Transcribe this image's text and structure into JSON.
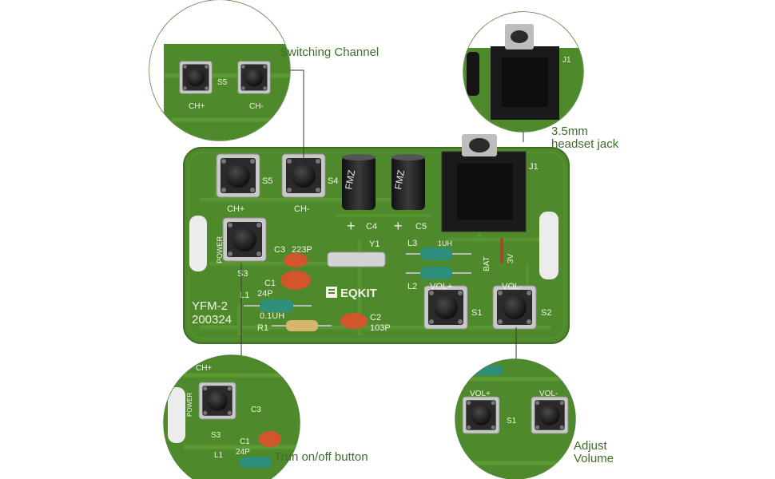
{
  "callouts": {
    "switch_channel": "Switching Channel",
    "headset_jack_line1": "3.5mm",
    "headset_jack_line2": "headset jack",
    "power_button": "Trun on/off button",
    "volume_line1": "Adjust",
    "volume_line2": "Volume"
  },
  "board": {
    "model_line1": "YFM-2",
    "model_line2": "200324",
    "brand": "EQKIT",
    "silkscreen": {
      "ch_plus": "CH+",
      "ch_minus": "CH-",
      "s5": "S5",
      "s4": "S4",
      "s3": "S3",
      "s1": "S1",
      "s2": "S2",
      "power": "POWER",
      "c1": "C1",
      "c1_val": "24P",
      "c2": "C2",
      "c2_val": "103P",
      "c3": "C3",
      "c3_val": "223P",
      "c4": "C4",
      "c5": "C5",
      "l1": "L1",
      "l1_val": "0.1UH",
      "l2": "L2",
      "l3": "L3",
      "l3_val": "1UH",
      "r1": "R1",
      "y1": "Y1",
      "j1": "J1",
      "vol_plus": "VOL+",
      "vol_minus": "VOL-",
      "bat": "BAT",
      "v3": "3V",
      "plus": "+",
      "cap_brand": "FMZ"
    }
  },
  "colors": {
    "pcb_green": "#4e8a2c",
    "pcb_trace": "#5c9a34",
    "silkscreen": "#f2f2e6",
    "label_green": "#3f6d2c",
    "callout_line": "#3a3a3a"
  }
}
